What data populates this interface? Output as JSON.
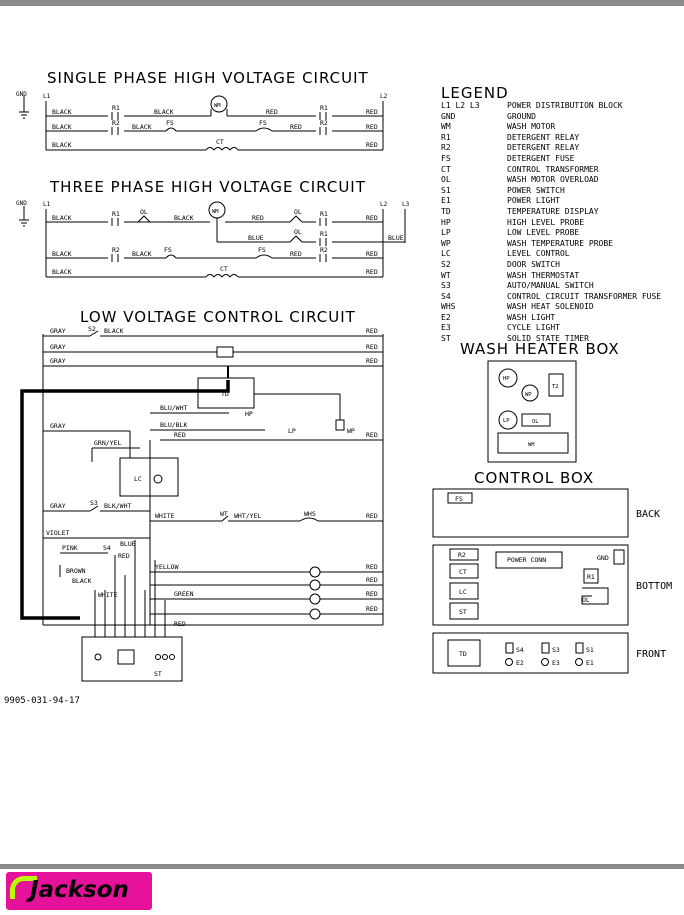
{
  "titles": {
    "single_phase": "SINGLE PHASE HIGH VOLTAGE CIRCUIT",
    "three_phase": "THREE PHASE HIGH VOLTAGE CIRCUIT",
    "low_voltage": "LOW VOLTAGE CONTROL CIRCUIT",
    "legend": "LEGEND",
    "wash_heater_box": "WASH HEATER BOX",
    "control_box": "CONTROL BOX"
  },
  "legend": [
    {
      "code": "L1 L2 L3",
      "desc": "POWER DISTRIBUTION BLOCK"
    },
    {
      "code": "GND",
      "desc": "GROUND"
    },
    {
      "code": "WM",
      "desc": "WASH MOTOR"
    },
    {
      "code": "R1",
      "desc": "DETERGENT RELAY"
    },
    {
      "code": "R2",
      "desc": "DETERGENT RELAY"
    },
    {
      "code": "FS",
      "desc": "DETERGENT FUSE"
    },
    {
      "code": "CT",
      "desc": "CONTROL TRANSFORMER"
    },
    {
      "code": "OL",
      "desc": "WASH MOTOR OVERLOAD"
    },
    {
      "code": "S1",
      "desc": "POWER SWITCH"
    },
    {
      "code": "E1",
      "desc": "POWER LIGHT"
    },
    {
      "code": "TD",
      "desc": "TEMPERATURE DISPLAY"
    },
    {
      "code": "HP",
      "desc": "HIGH LEVEL PROBE"
    },
    {
      "code": "LP",
      "desc": "LOW LEVEL PROBE"
    },
    {
      "code": "WP",
      "desc": "WASH TEMPERATURE PROBE"
    },
    {
      "code": "LC",
      "desc": "LEVEL CONTROL"
    },
    {
      "code": "S2",
      "desc": "DOOR SWITCH"
    },
    {
      "code": "WT",
      "desc": "WASH THERMOSTAT"
    },
    {
      "code": "S3",
      "desc": "AUTO/MANUAL SWITCH"
    },
    {
      "code": "S4",
      "desc": "CONTROL CIRCUIT TRANSFORMER FUSE"
    },
    {
      "code": "WHS",
      "desc": "WASH HEAT SOLENOID"
    },
    {
      "code": "E2",
      "desc": "WASH LIGHT"
    },
    {
      "code": "E3",
      "desc": "CYCLE LIGHT"
    },
    {
      "code": "ST",
      "desc": "SOLID STATE TIMER"
    }
  ],
  "wire_labels": {
    "gnd": "GND",
    "l1": "L1",
    "l2": "L2",
    "l3": "L3",
    "black": "BLACK",
    "red": "RED",
    "blue": "BLUE",
    "gray": "GRAY",
    "white": "WHITE",
    "yellow": "YELLOW",
    "green": "GREEN",
    "violet": "VIOLET",
    "pink": "PINK",
    "brown": "BROWN",
    "grn_yel": "GRN/YEL",
    "blu_wht": "BLU/WHT",
    "blu_blk": "BLU/BLK",
    "blk_wht": "BLK/WHT",
    "wht_yel": "WHT/YEL"
  },
  "components": {
    "wm": "WM",
    "r1": "R1",
    "r2": "R2",
    "fs": "FS",
    "ct": "CT",
    "ol": "OL",
    "td": "TD",
    "lc": "LC",
    "st": "ST",
    "s1": "S1",
    "s2": "S2",
    "s3": "S3",
    "s4": "S4",
    "wt": "WT",
    "whs": "WHS",
    "hp": "HP",
    "lp": "LP",
    "wp": "WP",
    "t2": "T2",
    "wh": "WH",
    "e1": "E1",
    "e2": "E2",
    "e3": "E3",
    "power_conn": "POWER CONN"
  },
  "box_sides": {
    "back": "BACK",
    "bottom": "BOTTOM",
    "front": "FRONT"
  },
  "doc_number": "9905-031-94-17",
  "brand": {
    "name": "Jackson",
    "color": "#e5119a",
    "accent": "#b7ff00"
  },
  "colors": {
    "line": "#000000",
    "bar": "#8a8a8a"
  }
}
